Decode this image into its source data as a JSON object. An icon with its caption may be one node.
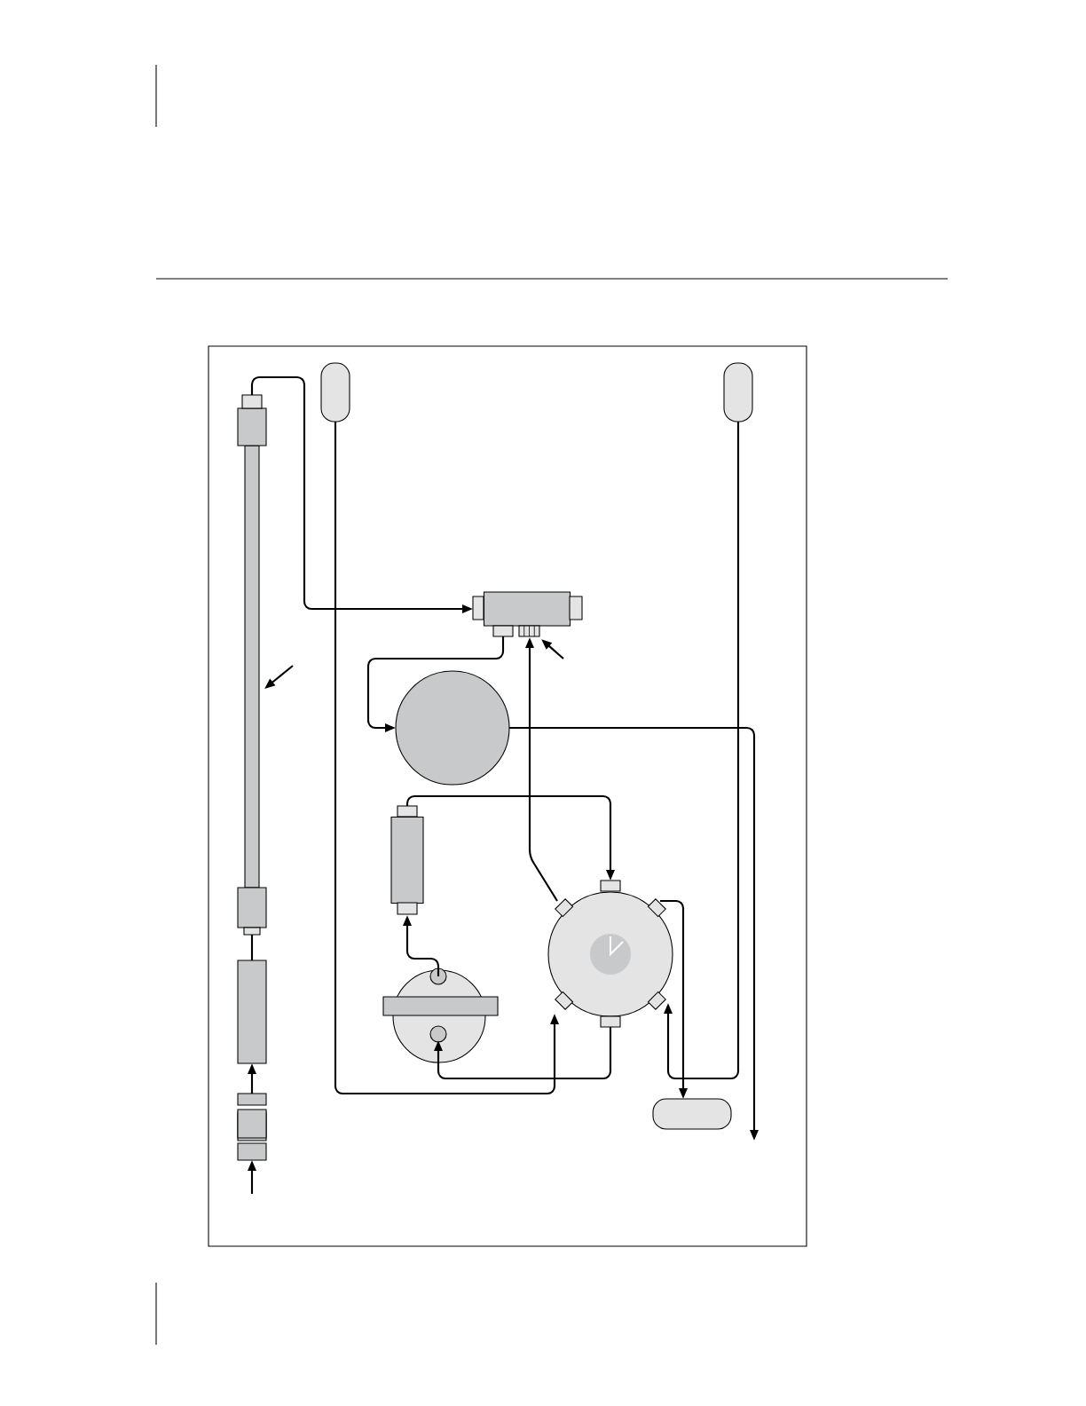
{
  "diagram": {
    "nodes": [
      {
        "text": [],
        "shape": "box"
      },
      {
        "text": [],
        "shape": "box"
      },
      {
        "text": [],
        "shape": "bar"
      },
      {
        "text": [],
        "shape": "box"
      },
      {
        "text": [],
        "shape": "box"
      },
      {
        "text": [],
        "shape": "box"
      },
      {
        "text": [],
        "shape": "circle"
      },
      {
        "text": [],
        "shape": "bar"
      },
      {
        "text": [],
        "shape": "circle"
      },
      {
        "text": [],
        "shape": "circle"
      },
      {
        "text": [],
        "shape": "box"
      }
    ],
    "edges": [
      {
        "from": null,
        "to": 4,
        "arrow": "to"
      },
      {
        "from": 4,
        "to": 3,
        "arrow": "to"
      },
      {
        "from": 3,
        "to": 2,
        "arrow": "none"
      },
      {
        "from": 2,
        "to": 5,
        "arrow": "to"
      },
      {
        "from": 5,
        "to": 6,
        "arrow": "to"
      },
      {
        "from": 6,
        "to": null,
        "arrow": "to"
      },
      {
        "from": 0,
        "to": 9,
        "arrow": "to"
      },
      {
        "from": 9,
        "to": 5,
        "arrow": "to"
      },
      {
        "from": 7,
        "to": 9,
        "arrow": "to"
      },
      {
        "from": 9,
        "to": 8,
        "arrow": "to"
      },
      {
        "from": 8,
        "to": 7,
        "arrow": "to"
      },
      {
        "from": 9,
        "to": 10,
        "arrow": "to"
      },
      {
        "from": 1,
        "to": 9,
        "arrow": "to"
      },
      {
        "from": null,
        "to": 2,
        "arrow": "to"
      },
      {
        "from": null,
        "to": 5,
        "arrow": "to"
      }
    ]
  }
}
